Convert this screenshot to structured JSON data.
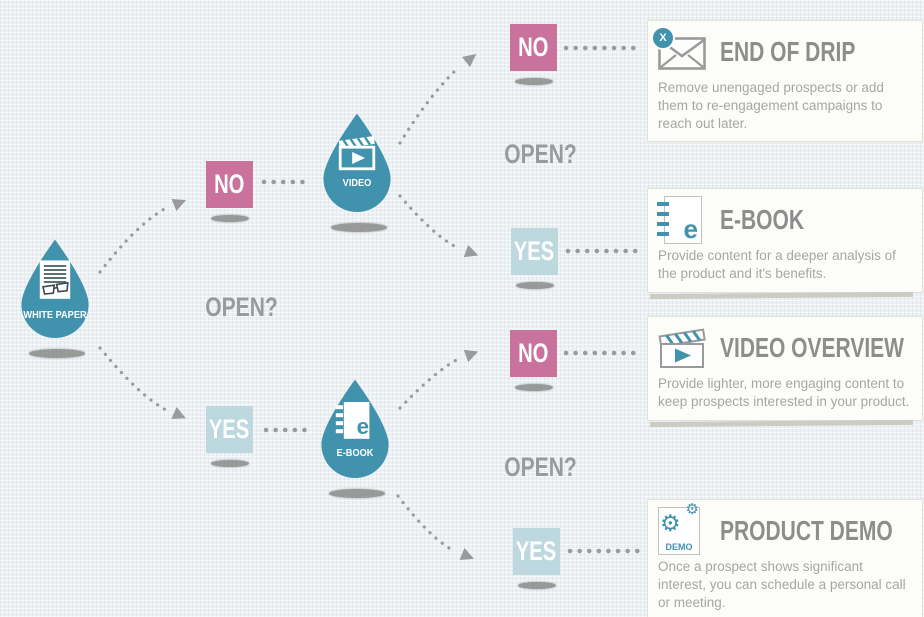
{
  "flow": {
    "root_label": "WHITE PAPER",
    "root_question": "OPEN?",
    "root_no": "NO",
    "root_yes": "YES",
    "video_label": "VIDEO",
    "video_question": "OPEN?",
    "video_no": "NO",
    "video_yes": "YES",
    "ebook_label": "E-BOOK",
    "ebook_question": "OPEN?",
    "ebook_no": "NO",
    "ebook_yes": "YES"
  },
  "cards": [
    {
      "title": "END OF DRIP",
      "description": "Remove unengaged prospects or add them to re-engagement campaigns to reach out later."
    },
    {
      "title": "E-BOOK",
      "description": "Provide content for a deeper analysis of the product and it's benefits."
    },
    {
      "title": "VIDEO OVERVIEW",
      "description": "Provide lighter, more engaging content to keep prospects interested in your product."
    },
    {
      "title": "PRODUCT DEMO",
      "description": "Once a prospect shows significant interest, you can schedule a personal call or meeting."
    }
  ],
  "icons": {
    "end_of_drip_badge": "X",
    "ebook_letter": "e",
    "demo_gear_large": "⚙",
    "demo_gear_small": "⚙",
    "demo_label": "DEMO"
  },
  "colors": {
    "teal": "#4192ac",
    "pink": "#c9729c",
    "light_blue": "#bed8e0",
    "title_gray": "#8d8d8d",
    "body_gray": "#a6a6a6",
    "background": "#edf1f4"
  }
}
